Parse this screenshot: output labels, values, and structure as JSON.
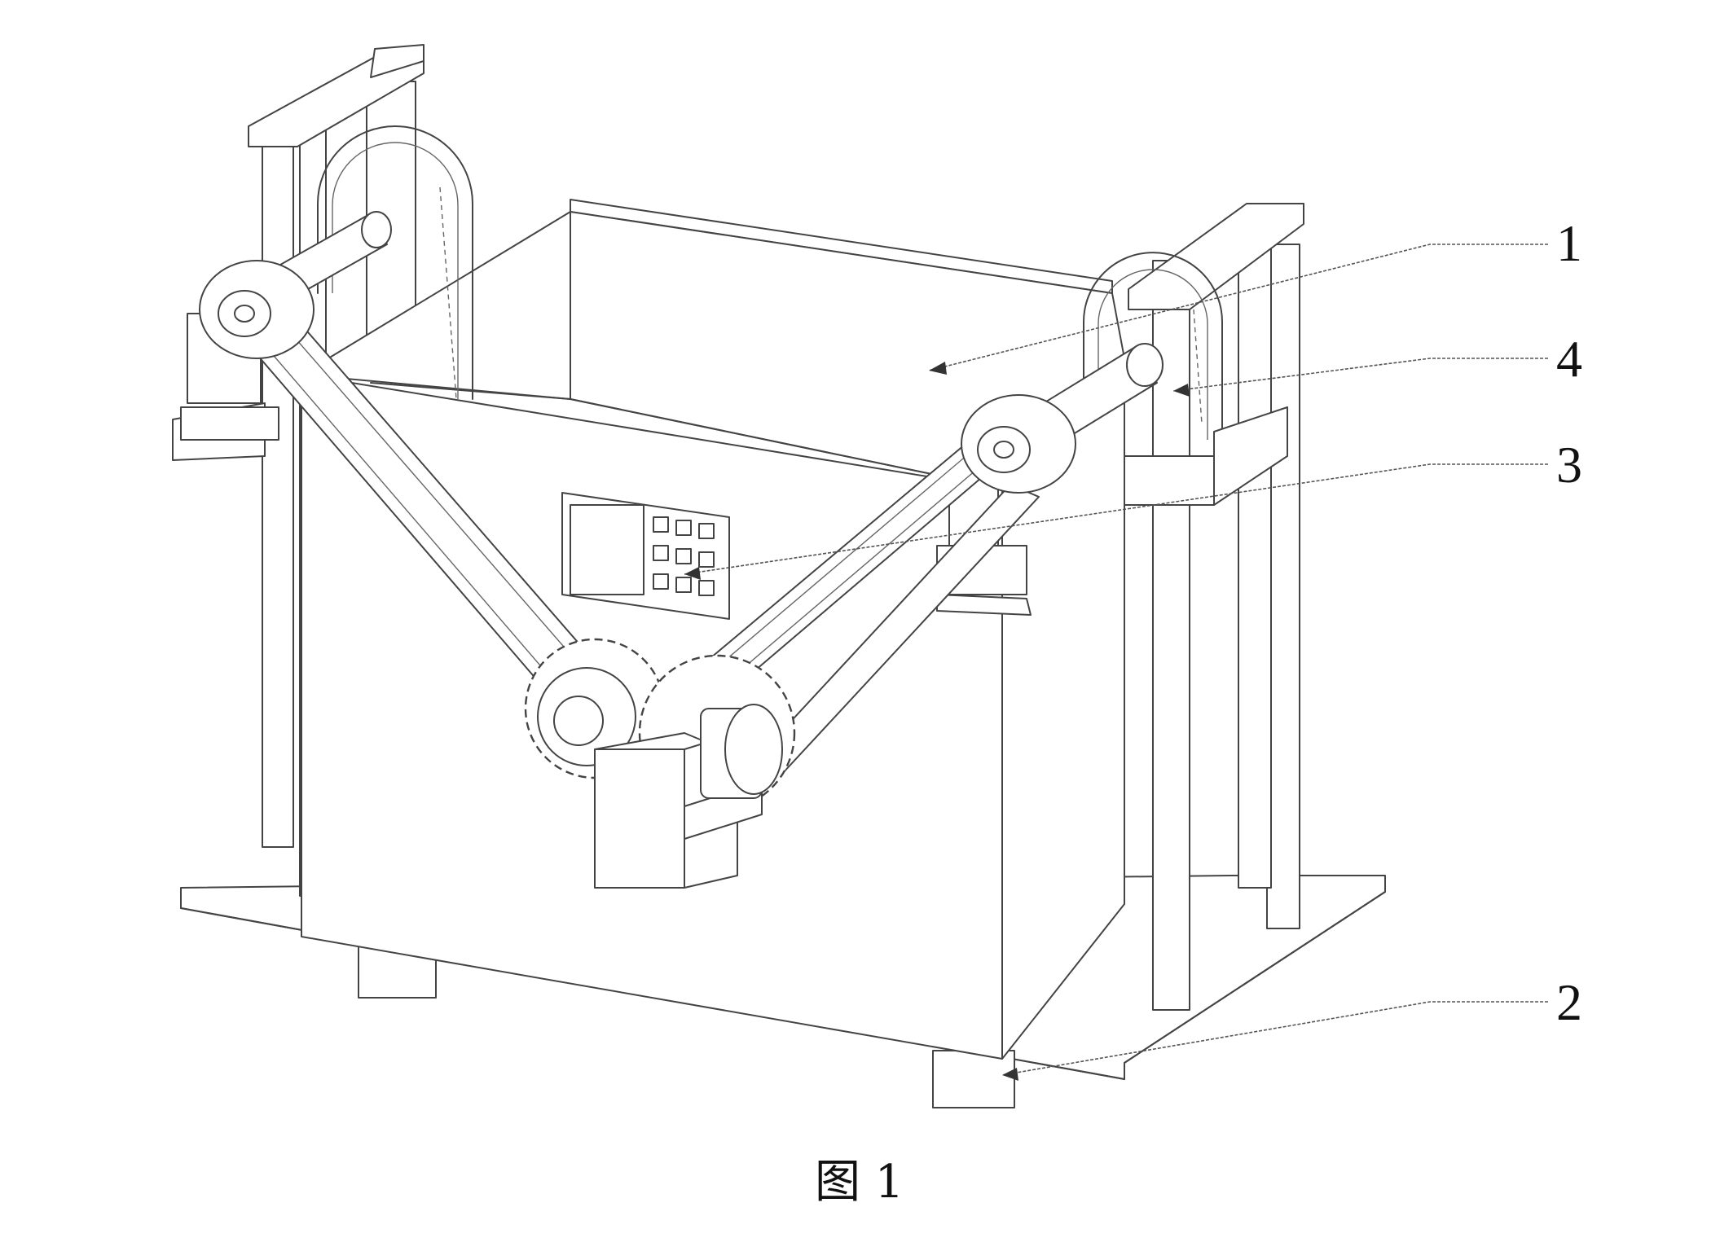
{
  "callouts": [
    {
      "id": "1",
      "label": "1"
    },
    {
      "id": "4",
      "label": "4"
    },
    {
      "id": "3",
      "label": "3"
    },
    {
      "id": "2",
      "label": "2"
    }
  ],
  "caption": "图 1"
}
